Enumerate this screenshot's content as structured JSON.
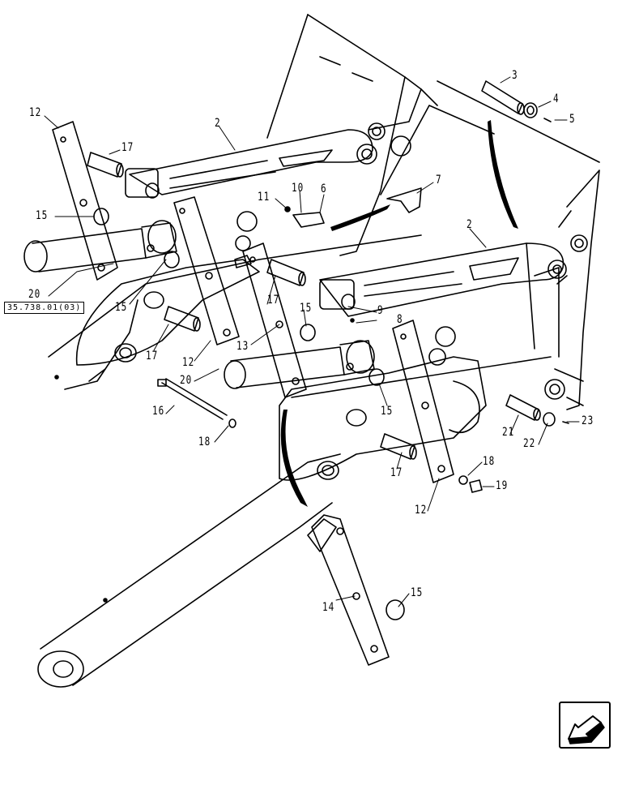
{
  "diagram": {
    "reference": "35.738.01(03)",
    "callouts": [
      {
        "id": "c12a",
        "label": "12"
      },
      {
        "id": "c17a",
        "label": "17"
      },
      {
        "id": "c2a",
        "label": "2"
      },
      {
        "id": "c3",
        "label": "3"
      },
      {
        "id": "c4",
        "label": "4"
      },
      {
        "id": "c5",
        "label": "5"
      },
      {
        "id": "c15a",
        "label": "15"
      },
      {
        "id": "c11",
        "label": "11"
      },
      {
        "id": "c10",
        "label": "10"
      },
      {
        "id": "c6",
        "label": "6"
      },
      {
        "id": "c7",
        "label": "7"
      },
      {
        "id": "c2b",
        "label": "2"
      },
      {
        "id": "c20a",
        "label": "20"
      },
      {
        "id": "c15b",
        "label": "15"
      },
      {
        "id": "c17b",
        "label": "17"
      },
      {
        "id": "c15c",
        "label": "15"
      },
      {
        "id": "c9",
        "label": "9"
      },
      {
        "id": "c8",
        "label": "8"
      },
      {
        "id": "c13",
        "label": "13"
      },
      {
        "id": "c17c",
        "label": "17"
      },
      {
        "id": "c12b",
        "label": "12"
      },
      {
        "id": "c20b",
        "label": "20"
      },
      {
        "id": "c16",
        "label": "16"
      },
      {
        "id": "c15d",
        "label": "15"
      },
      {
        "id": "c18a",
        "label": "18"
      },
      {
        "id": "c21",
        "label": "21"
      },
      {
        "id": "c22",
        "label": "22"
      },
      {
        "id": "c23",
        "label": "23"
      },
      {
        "id": "c17d",
        "label": "17"
      },
      {
        "id": "c18b",
        "label": "18"
      },
      {
        "id": "c19",
        "label": "19"
      },
      {
        "id": "c12c",
        "label": "12"
      },
      {
        "id": "c14",
        "label": "14"
      },
      {
        "id": "c15e",
        "label": "15"
      }
    ]
  },
  "navigation": {
    "icon": "previous-page-arrow-icon"
  }
}
